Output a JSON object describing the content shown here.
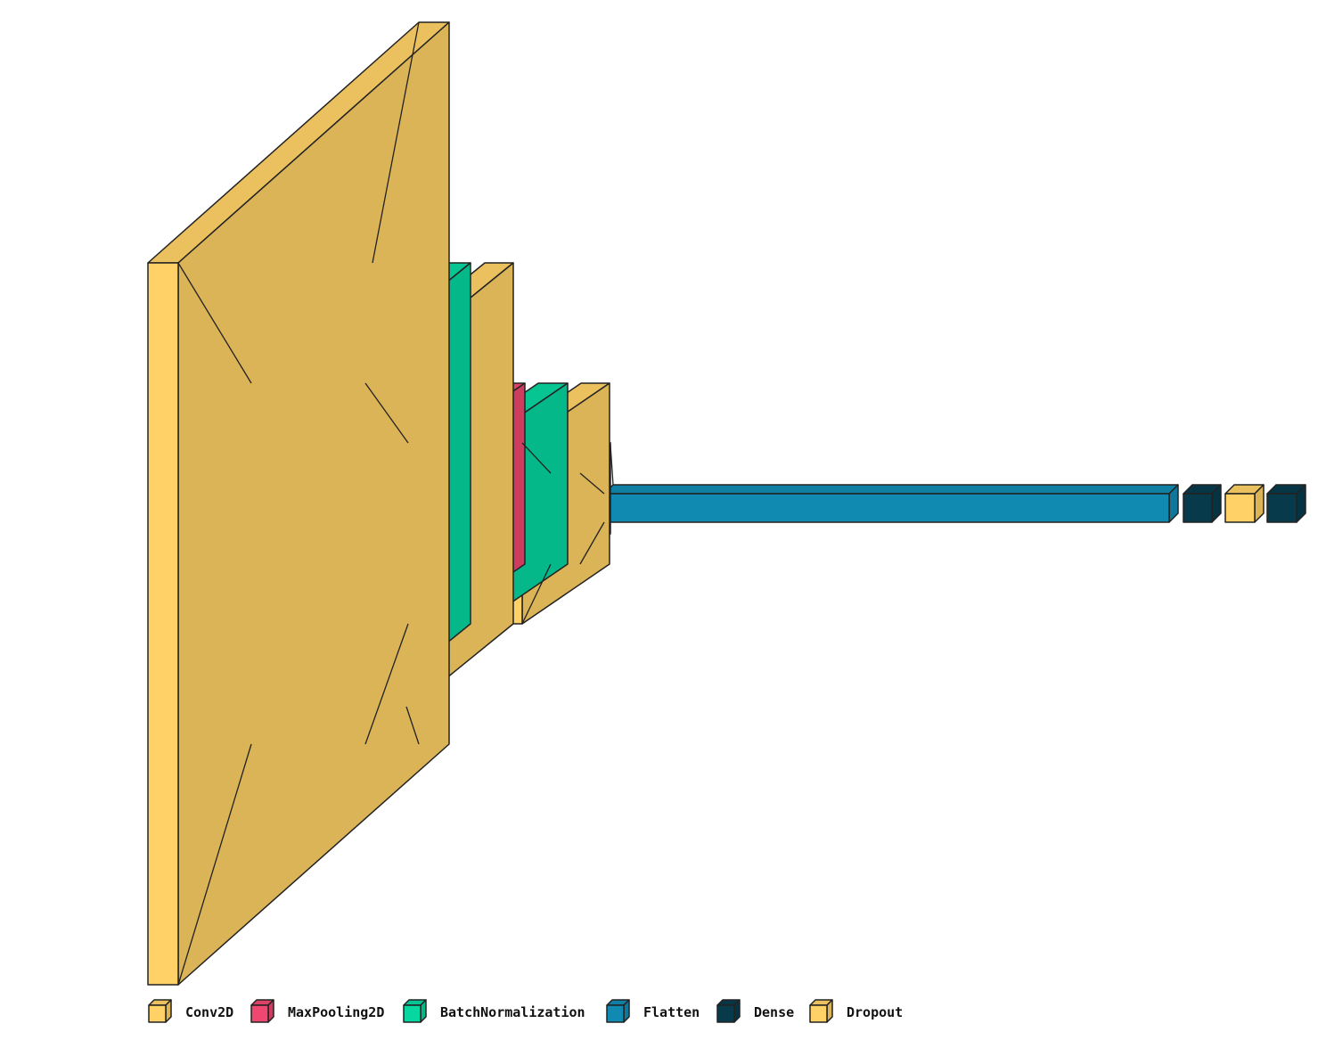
{
  "colors": {
    "conv2d": "#FFD166",
    "maxpooling2d": "#EF476F",
    "batchnormalization": "#06D6A0",
    "flatten": "#118AB2",
    "dense": "#073B4C",
    "dropout": "#FFD166",
    "stroke": "#222222"
  },
  "layers": [
    {
      "id": "conv2d-1",
      "type": "Conv2D"
    },
    {
      "id": "maxpool-1",
      "type": "MaxPooling2D"
    },
    {
      "id": "batchnorm-1",
      "type": "BatchNormalization"
    },
    {
      "id": "dropout-1",
      "type": "Dropout"
    },
    {
      "id": "conv2d-2",
      "type": "Conv2D"
    },
    {
      "id": "maxpool-2",
      "type": "MaxPooling2D"
    },
    {
      "id": "batchnorm-2",
      "type": "BatchNormalization"
    },
    {
      "id": "dropout-2",
      "type": "Dropout"
    },
    {
      "id": "conv2d-3",
      "type": "Conv2D"
    },
    {
      "id": "maxpool-3",
      "type": "MaxPooling2D"
    },
    {
      "id": "flatten-1",
      "type": "Flatten"
    },
    {
      "id": "dense-1",
      "type": "Dense"
    },
    {
      "id": "dropout-3",
      "type": "Dropout"
    },
    {
      "id": "dense-2",
      "type": "Dense"
    }
  ],
  "legend": [
    {
      "label": "Conv2D",
      "color_key": "conv2d"
    },
    {
      "label": "MaxPooling2D",
      "color_key": "maxpooling2d"
    },
    {
      "label": "BatchNormalization",
      "color_key": "batchnormalization"
    },
    {
      "label": "Flatten",
      "color_key": "flatten"
    },
    {
      "label": "Dense",
      "color_key": "dense"
    },
    {
      "label": "Dropout",
      "color_key": "dropout"
    }
  ]
}
